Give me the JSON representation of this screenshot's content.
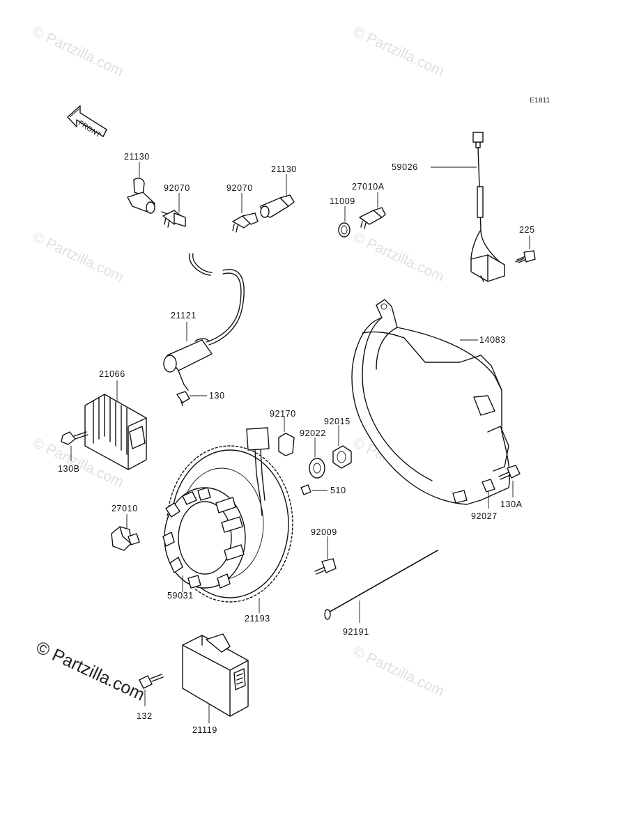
{
  "diagram_code": "E1811",
  "front_arrow_label": "FRONT",
  "watermark_text": "© Partzilla.com",
  "parts": {
    "p21130a": "21130",
    "p92070a": "92070",
    "p92070b": "92070",
    "p21130b": "21130",
    "p27010A": "27010A",
    "p11009": "11009",
    "p59026": "59026",
    "p225": "225",
    "p21121": "21121",
    "p14083": "14083",
    "p21066": "21066",
    "p130": "130",
    "p92170": "92170",
    "p92015": "92015",
    "p92022": "92022",
    "p130B": "130B",
    "p510": "510",
    "p130A": "130A",
    "p92027": "92027",
    "p27010": "27010",
    "p92009": "92009",
    "p59031": "59031",
    "p21193": "21193",
    "p92191": "92191",
    "p132": "132",
    "p21119": "21119"
  }
}
